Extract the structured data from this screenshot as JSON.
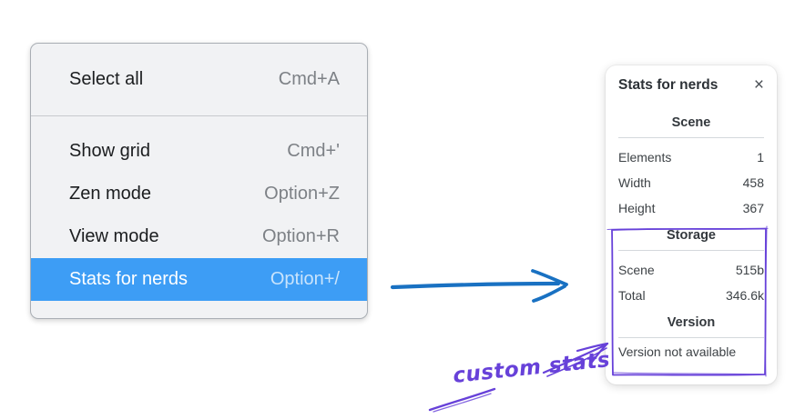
{
  "colors": {
    "menu_highlight": "#3d9df5",
    "arrow_blue": "#1971c2",
    "annotation_purple": "#6741d9"
  },
  "context_menu": {
    "sections": [
      {
        "items": [
          {
            "label": "Select all",
            "shortcut": "Cmd+A"
          }
        ]
      },
      {
        "items": [
          {
            "label": "Show grid",
            "shortcut": "Cmd+'"
          },
          {
            "label": "Zen mode",
            "shortcut": "Option+Z"
          },
          {
            "label": "View mode",
            "shortcut": "Option+R"
          },
          {
            "label": "Stats for nerds",
            "shortcut": "Option+/"
          }
        ]
      }
    ],
    "highlighted_item": "Stats for nerds"
  },
  "stats_panel": {
    "title": "Stats for nerds",
    "close_icon": "×",
    "sections": [
      {
        "heading": "Scene",
        "rows": [
          {
            "label": "Elements",
            "value": "1"
          },
          {
            "label": "Width",
            "value": "458"
          },
          {
            "label": "Height",
            "value": "367"
          }
        ]
      },
      {
        "heading": "Storage",
        "rows": [
          {
            "label": "Scene",
            "value": "515b"
          },
          {
            "label": "Total",
            "value": "346.6k"
          }
        ]
      },
      {
        "heading": "Version",
        "note": "Version not available"
      }
    ]
  },
  "annotation": {
    "label": "custom stats"
  }
}
